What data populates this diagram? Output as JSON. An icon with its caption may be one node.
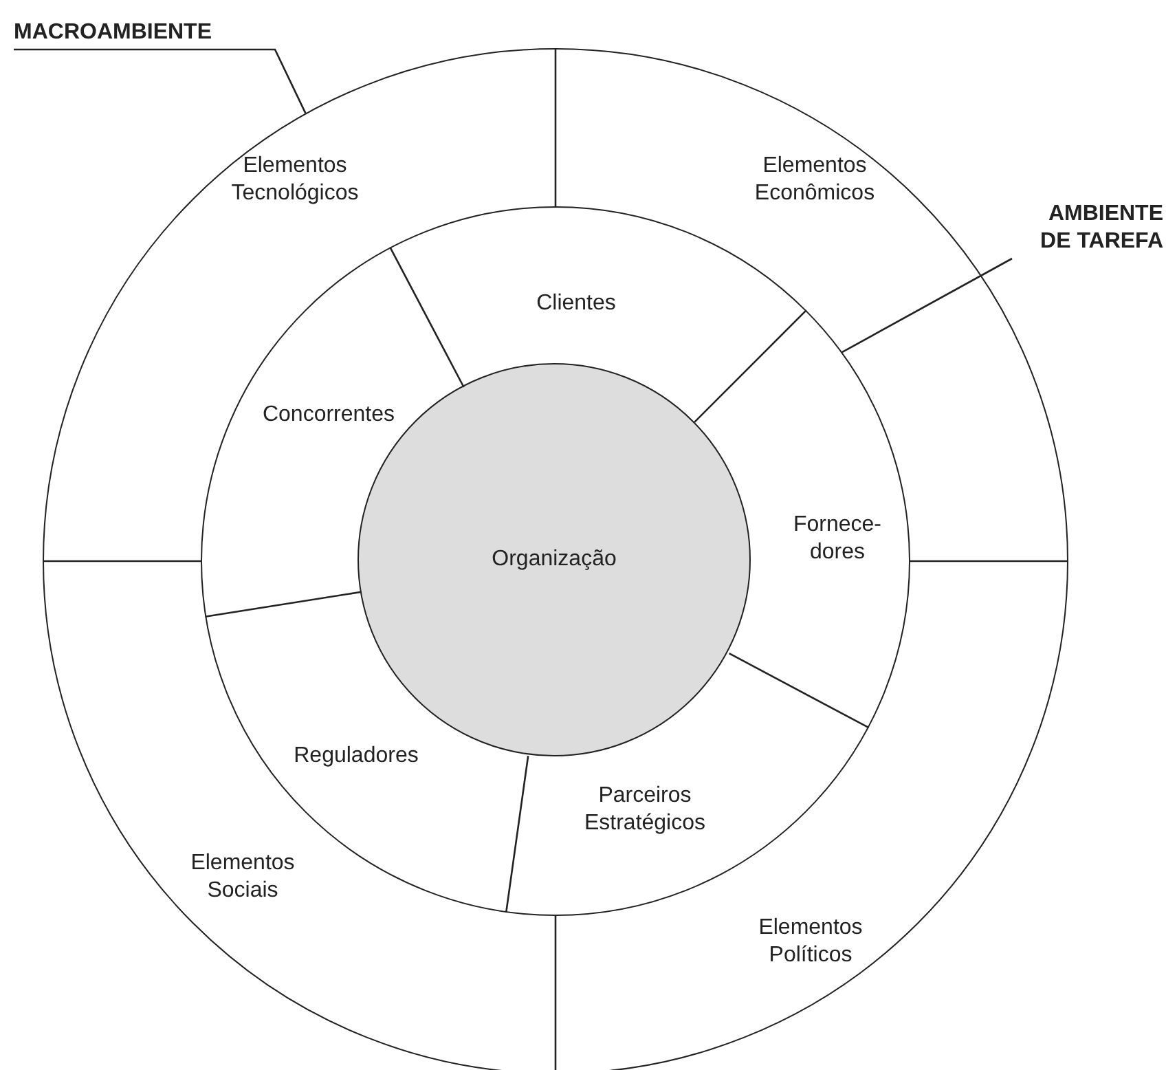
{
  "diagram": {
    "nodes": [
      {
        "text": [
          "MACROAMBIENTE"
        ]
      },
      {
        "text": [],
        "shape": "circle"
      },
      {
        "text": [
          "Elementos Tecnológicos"
        ],
        "in": 1
      },
      {
        "text": [
          "Elementos Econômicos"
        ],
        "in": 1
      },
      {
        "text": [
          "AMBIENTE DE TAREFA"
        ]
      },
      {
        "text": [],
        "shape": "circle",
        "in": 1
      },
      {
        "text": [
          "Clientes"
        ],
        "in": 5
      },
      {
        "text": [
          "Concorrentes"
        ],
        "in": 5
      },
      {
        "text": [
          "Organização"
        ],
        "in": 5
      },
      {
        "text": [
          "Fornece- dores"
        ],
        "in": 5
      },
      {
        "text": [
          "Reguladores"
        ],
        "in": 5
      },
      {
        "text": [
          "Parceiros Estratégicos"
        ],
        "in": 5
      },
      {
        "text": [
          "Elementos Sociais"
        ],
        "in": 1
      },
      {
        "text": [
          "Elementos Políticos"
        ],
        "in": 1
      }
    ],
    "edges": [
      {
        "from": 0,
        "to": 1,
        "arrow": "none"
      },
      {
        "from": 4,
        "to": 5,
        "arrow": "none"
      }
    ]
  }
}
